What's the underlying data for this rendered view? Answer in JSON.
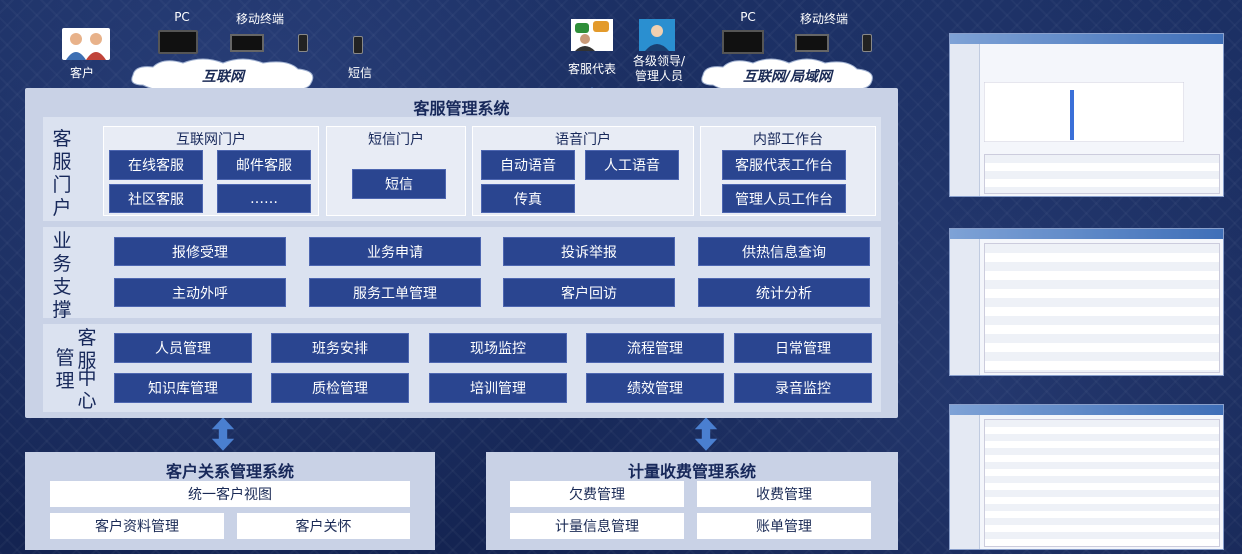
{
  "top_devices": {
    "customer": "客户",
    "pc_left": "PC",
    "mobile_left": "移动终端",
    "internet_cloud": "互联网",
    "sms": "短信",
    "cs_rep": "客服代表",
    "leaders": "各级领导/\n管理人员",
    "pc_right": "PC",
    "mobile_right": "移动终端",
    "intranet_cloud": "互联网/局域网"
  },
  "main": {
    "title": "客服管理系统",
    "portal_label": "客服门户",
    "support_label": "业务支撑",
    "center_label_a": "客服",
    "center_label_b": "管理",
    "center_label_c": "中心",
    "portal_groups": [
      {
        "title": "互联网门户",
        "items": [
          "在线客服",
          "邮件客服",
          "社区客服",
          "……"
        ]
      },
      {
        "title": "短信门户",
        "items": [
          "短信"
        ]
      },
      {
        "title": "语音门户",
        "items": [
          "自动语音",
          "人工语音",
          "传真"
        ]
      },
      {
        "title": "内部工作台",
        "items": [
          "客服代表工作台",
          "管理人员工作台"
        ]
      }
    ],
    "support_items": [
      "报修受理",
      "业务申请",
      "投诉举报",
      "供热信息查询",
      "主动外呼",
      "服务工单管理",
      "客户回访",
      "统计分析"
    ],
    "center_items": [
      "人员管理",
      "班务安排",
      "现场监控",
      "流程管理",
      "日常管理",
      "知识库管理",
      "质检管理",
      "培训管理",
      "绩效管理",
      "录音监控"
    ]
  },
  "crm": {
    "title": "客户关系管理系统",
    "items": [
      "统一客户视图",
      "客户资料管理",
      "客户关怀"
    ]
  },
  "billing": {
    "title": "计量收费管理系统",
    "items": [
      "欠费管理",
      "收费管理",
      "计量信息管理",
      "账单管理"
    ]
  },
  "colors": {
    "background": "#142452",
    "panel": "#c9d2e6",
    "button": "#2a4590",
    "arrow": "#4a7fd0"
  }
}
